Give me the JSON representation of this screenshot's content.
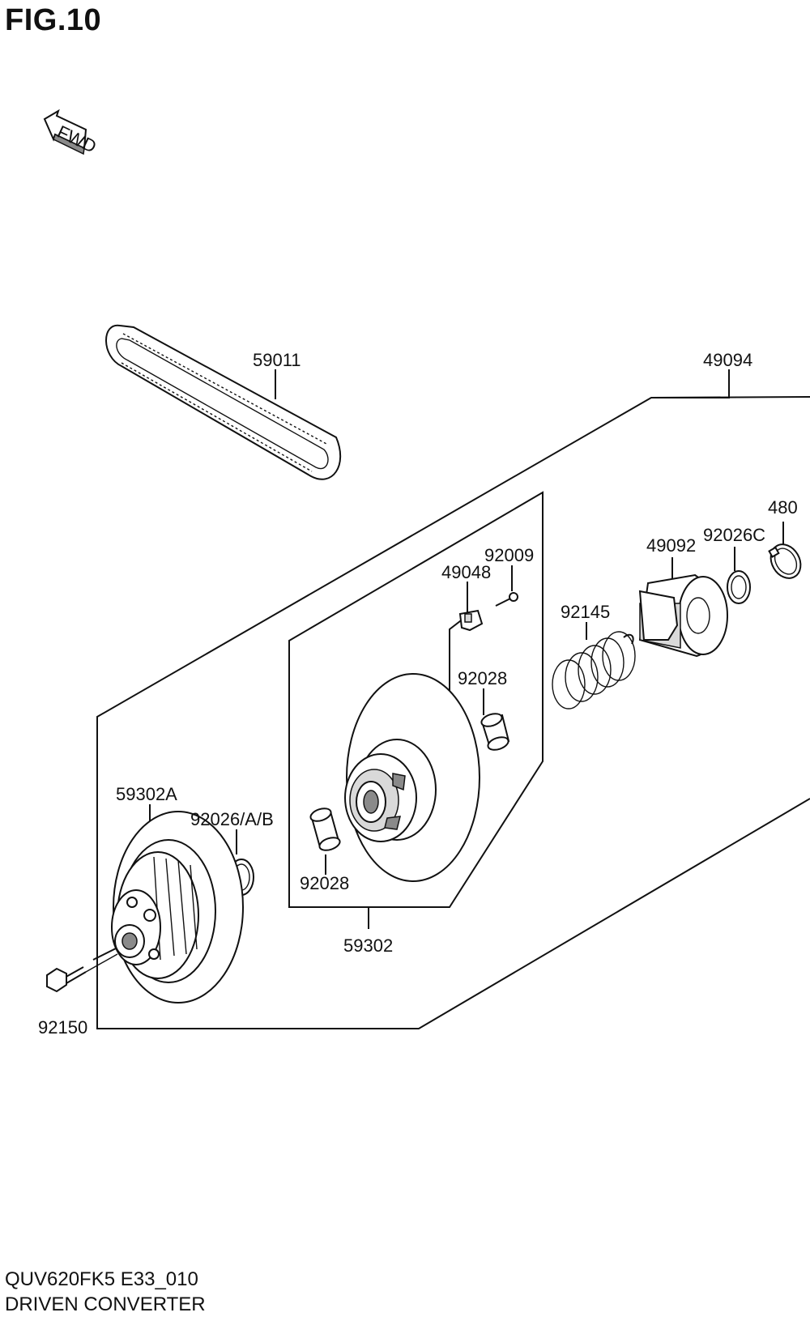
{
  "figure": {
    "title": "FIG.10",
    "model_code": "QUV620FK5 E33_010",
    "section_title": "DRIVEN CONVERTER",
    "direction_marker": "FWD"
  },
  "parts": [
    {
      "id": "59011",
      "label": "59011"
    },
    {
      "id": "49094",
      "label": "49094"
    },
    {
      "id": "480",
      "label": "480"
    },
    {
      "id": "92026C",
      "label": "92026C"
    },
    {
      "id": "49092",
      "label": "49092"
    },
    {
      "id": "92009",
      "label": "92009"
    },
    {
      "id": "49048",
      "label": "49048"
    },
    {
      "id": "92145",
      "label": "92145"
    },
    {
      "id": "92028-upper",
      "label": "92028"
    },
    {
      "id": "59302A",
      "label": "59302A"
    },
    {
      "id": "92026AB",
      "label": "92026/A/B"
    },
    {
      "id": "92028-lower",
      "label": "92028"
    },
    {
      "id": "59302",
      "label": "59302"
    },
    {
      "id": "92150",
      "label": "92150"
    }
  ]
}
